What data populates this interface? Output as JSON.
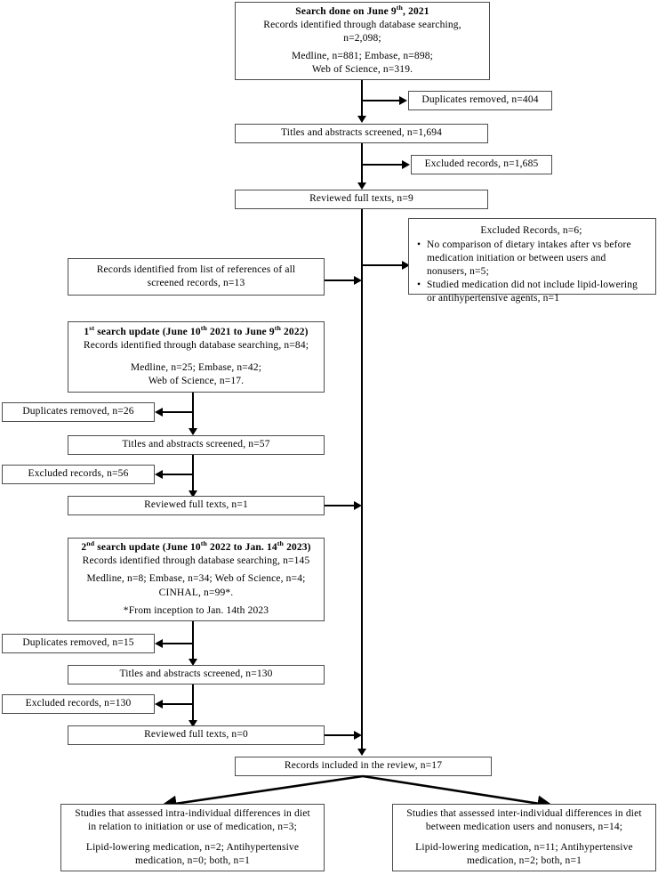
{
  "diagram": {
    "title": "PRISMA study selection flow diagram",
    "type": "flowchart",
    "line_color": "#000000",
    "box_border_color": "#4d4d4d",
    "background": "#ffffff"
  },
  "boxes": {
    "initial_search": {
      "header": "Search done on June 9",
      "header_sup": "th",
      "header_tail": ", 2021",
      "line1": "Records identified  through  database searching,",
      "line2": "n=2,098;",
      "line3": "Medline,  n=881; Embase,  n=898;",
      "line4": "Web of Science,  n=319."
    },
    "duplicates_1": {
      "label": "Duplicates  removed, n=404"
    },
    "titles_abstracts_1": {
      "label": "Titles  and abstracts screened,  n=1,694"
    },
    "excluded_1": {
      "label": "Excluded  records, n=1,685"
    },
    "reviewed_1": {
      "label": "Reviewed full  texts, n=9"
    },
    "excluded_records_detail": {
      "title": "Excluded  Records, n=6;",
      "bullets": [
        "No comparison  of dietary intakes  after vs before medication  initiation  or between users and nonusers,  n=5;",
        "Studied medication  did not include  lipid-lowering  or antihypertensive  agents, n=1"
      ]
    },
    "references_records": {
      "line1": "Records identified  from  list  of references  of all",
      "line2": "screened records, n=13"
    },
    "search_update_1": {
      "header_pre": "1",
      "header_sup1": "st",
      "header_mid": " search update  (June 10",
      "header_sup2": "th",
      "header_mid2": " 2021 to June 9",
      "header_sup3": "th",
      "header_end": " 2022)",
      "line1": "Records identified  through  database searching,  n=84;",
      "line2": "Medline,  n=25; Embase,  n=42;",
      "line3": "Web of Science,  n=17."
    },
    "duplicates_2": {
      "label": "Duplicates  removed,  n=26"
    },
    "titles_abstracts_2": {
      "label": "Titles  and abstracts screened,  n=57"
    },
    "excluded_2": {
      "label": "Excluded  records, n=56"
    },
    "reviewed_2": {
      "label": "Reviewed full  texts, n=1"
    },
    "search_update_2": {
      "header_pre": "2",
      "header_sup1": "nd",
      "header_mid": " search update  (June 10",
      "header_sup2": "th",
      "header_mid2": " 2022 to Jan. 14",
      "header_sup3": "th",
      "header_end": " 2023)",
      "line1": "Records identified  through  database searching,  n=145",
      "line2": "Medline,  n=8; Embase,  n=34; Web of Science,  n=4;",
      "line3": "CINHAL,  n=99*.",
      "footnote": "*From  inception  to Jan. 14th 2023"
    },
    "duplicates_3": {
      "label": "Duplicates  removed,  n=15"
    },
    "titles_abstracts_3": {
      "label": "Titles  and abstracts screened,  n=130"
    },
    "excluded_3": {
      "label": "Excluded  records, n=130"
    },
    "reviewed_3": {
      "label": "Reviewed full  texts, n=0"
    },
    "included": {
      "label": "Records included  in the review,  n=17"
    },
    "intra_individual": {
      "line1": "Studies that assessed intra-individual  differences  in diet",
      "line2": "in relation  to initiation  or use of medication,  n=3;",
      "line3": "Lipid-lowering  medication,  n=2; Antihypertensive",
      "line4": "medication,  n=0; both, n=1"
    },
    "inter_individual": {
      "line1": "Studies that assessed inter-individual  differences  in diet",
      "line2": "between medication  users and nonusers,  n=14;",
      "line3": "Lipid-lowering  medication,  n=11; Antihypertensive",
      "line4": "medication,  n=2; both, n=1"
    }
  },
  "chart_data": {
    "type": "table",
    "title": "PRISMA flow of study identification, screening and inclusion",
    "stages": [
      {
        "stage": "Initial search (June 9th, 2021) - records identified",
        "n": 2098
      },
      {
        "stage": "Medline (initial)",
        "n": 881
      },
      {
        "stage": "Embase (initial)",
        "n": 898
      },
      {
        "stage": "Web of Science (initial)",
        "n": 319
      },
      {
        "stage": "Duplicates removed (initial)",
        "n": 404
      },
      {
        "stage": "Titles and abstracts screened (initial)",
        "n": 1694
      },
      {
        "stage": "Excluded records (initial)",
        "n": 1685
      },
      {
        "stage": "Reviewed full texts (initial)",
        "n": 9
      },
      {
        "stage": "Excluded records after full text review",
        "n": 6
      },
      {
        "stage": "Excluded: no comparison of dietary intakes after vs before medication initiation or between users and nonusers",
        "n": 5
      },
      {
        "stage": "Excluded: studied medication did not include lipid-lowering or antihypertensive agents",
        "n": 1
      },
      {
        "stage": "Records identified from list of references of all screened records",
        "n": 13
      },
      {
        "stage": "1st search update (June 10th 2021 to June 9th 2022) - records identified",
        "n": 84
      },
      {
        "stage": "Medline (1st update)",
        "n": 25
      },
      {
        "stage": "Embase (1st update)",
        "n": 42
      },
      {
        "stage": "Web of Science (1st update)",
        "n": 17
      },
      {
        "stage": "Duplicates removed (1st update)",
        "n": 26
      },
      {
        "stage": "Titles and abstracts screened (1st update)",
        "n": 57
      },
      {
        "stage": "Excluded records (1st update)",
        "n": 56
      },
      {
        "stage": "Reviewed full texts (1st update)",
        "n": 1
      },
      {
        "stage": "2nd search update (June 10th 2022 to Jan. 14th 2023) - records identified",
        "n": 145
      },
      {
        "stage": "Medline (2nd update)",
        "n": 8
      },
      {
        "stage": "Embase (2nd update)",
        "n": 34
      },
      {
        "stage": "Web of Science (2nd update)",
        "n": 4
      },
      {
        "stage": "CINHAL (2nd update, from inception to Jan. 14th 2023)",
        "n": 99
      },
      {
        "stage": "Duplicates removed (2nd update)",
        "n": 15
      },
      {
        "stage": "Titles and abstracts screened (2nd update)",
        "n": 130
      },
      {
        "stage": "Excluded records (2nd update)",
        "n": 130
      },
      {
        "stage": "Reviewed full texts (2nd update)",
        "n": 0
      },
      {
        "stage": "Records included in the review",
        "n": 17
      },
      {
        "stage": "Studies assessing intra-individual differences in diet",
        "n": 3
      },
      {
        "stage": "Intra-individual: lipid-lowering medication",
        "n": 2
      },
      {
        "stage": "Intra-individual: antihypertensive medication",
        "n": 0
      },
      {
        "stage": "Intra-individual: both",
        "n": 1
      },
      {
        "stage": "Studies assessing inter-individual differences in diet",
        "n": 14
      },
      {
        "stage": "Inter-individual: lipid-lowering medication",
        "n": 11
      },
      {
        "stage": "Inter-individual: antihypertensive medication",
        "n": 2
      },
      {
        "stage": "Inter-individual: both",
        "n": 1
      }
    ]
  }
}
